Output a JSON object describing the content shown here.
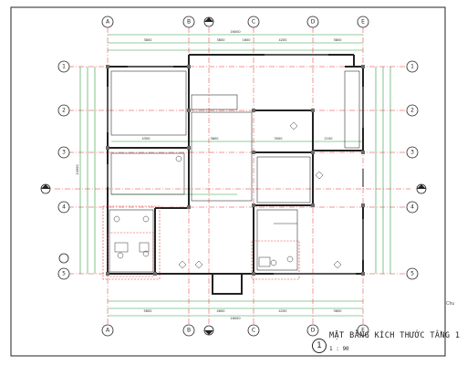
{
  "drawing": {
    "title": "MẶT BẰNG KÍCH THƯỚC TẦNG 1",
    "title_number": "1",
    "scale": "1 : 90",
    "side_tab": "Chu"
  },
  "grid": {
    "vertical": [
      "A",
      "B",
      "C",
      "D",
      "E"
    ],
    "horizontal": [
      "1",
      "2",
      "3",
      "4",
      "5"
    ]
  },
  "dimensions": {
    "top_overall": "16000",
    "top_row": [
      "3800",
      "3800",
      "1600",
      "4200",
      "3800"
    ],
    "bottom_overall": "16000",
    "bottom_row": [
      "5800",
      "4600",
      "4200",
      "3600"
    ],
    "left_overall": "10000",
    "inner_row": [
      "4300",
      "3800",
      "3000",
      "2100"
    ]
  },
  "colors": {
    "line": "#222222",
    "grid_axis": "#e03030",
    "dim_green": "#2d9a3a",
    "hatch": "#6a6a6a"
  }
}
